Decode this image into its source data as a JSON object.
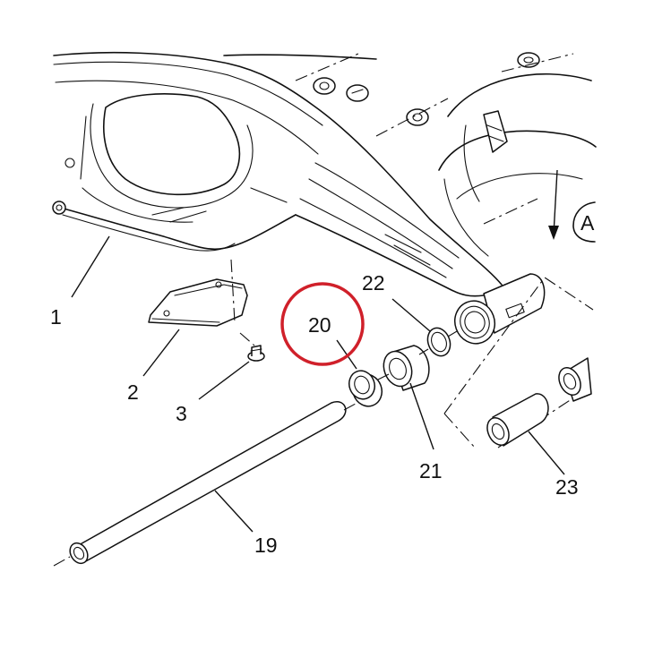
{
  "diagram": {
    "highlight_color": "#d0202a",
    "line_color": "#111111",
    "view_marker": "A",
    "parts": [
      {
        "id": "p1",
        "number": "1"
      },
      {
        "id": "p2",
        "number": "2"
      },
      {
        "id": "p3",
        "number": "3"
      },
      {
        "id": "p19",
        "number": "19"
      },
      {
        "id": "p20",
        "number": "20"
      },
      {
        "id": "p21",
        "number": "21"
      },
      {
        "id": "p22",
        "number": "22"
      },
      {
        "id": "p23",
        "number": "23"
      }
    ]
  }
}
